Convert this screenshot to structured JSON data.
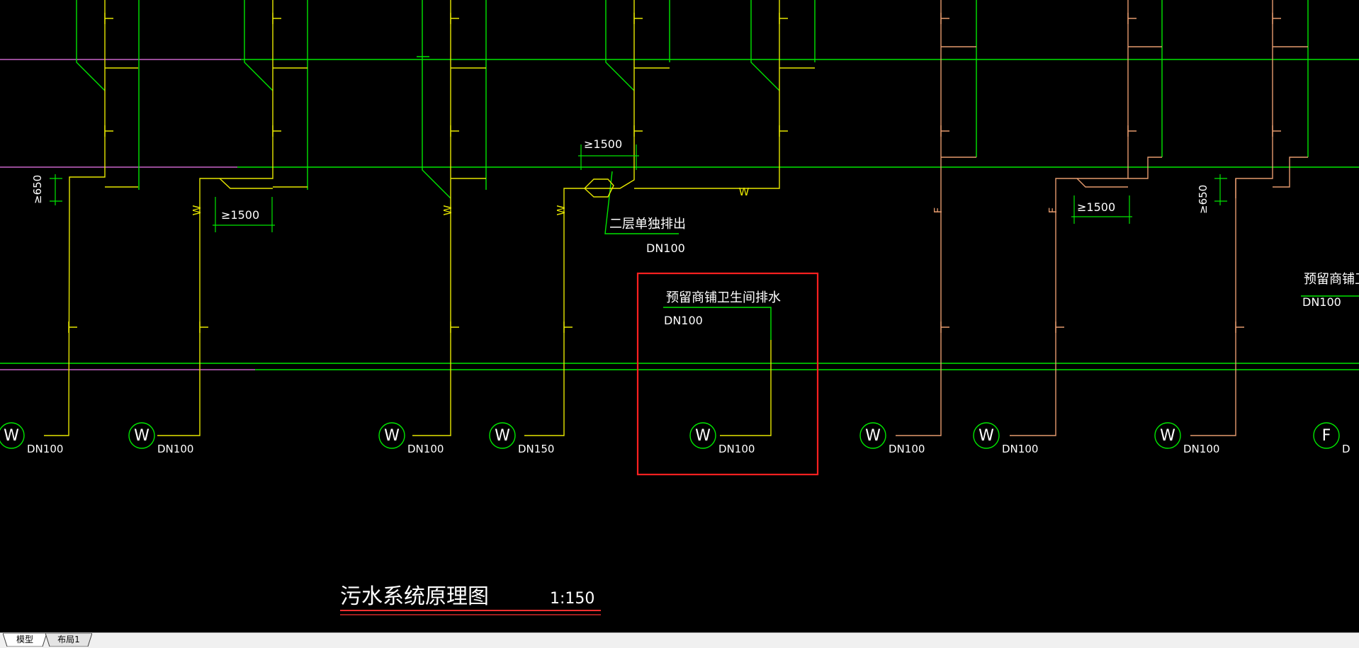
{
  "colors": {
    "background": "#000000",
    "grid_green": "#00e600",
    "pipe_yellow": "#e6e600",
    "pipe_tan": "#e69b6e",
    "magenta": "#c864c8",
    "white_text": "#ffffff",
    "highlight_red": "#ff2020",
    "title_red": "#ff3030"
  },
  "pipe_symbols": {
    "sewage": "W",
    "waste": "F"
  },
  "annotations": {
    "min_1500": "≥1500",
    "min_650": "≥650",
    "second_floor_separate": "二层单独排出",
    "dn100": "DN100",
    "reserved_shop_toilet": "预留商铺卫生间排水",
    "reserved_shop_right": "预留商铺卫",
    "dn100_right": "DN100"
  },
  "outlets": [
    {
      "symbol": "W",
      "size": "DN100"
    },
    {
      "symbol": "W",
      "size": "DN100"
    },
    {
      "symbol": "W",
      "size": "DN100"
    },
    {
      "symbol": "W",
      "size": "DN150"
    },
    {
      "symbol": "W",
      "size": "DN100"
    },
    {
      "symbol": "W",
      "size": "DN100"
    },
    {
      "symbol": "W",
      "size": "DN100"
    },
    {
      "symbol": "W",
      "size": "DN100"
    },
    {
      "symbol": "F",
      "size": "D"
    }
  ],
  "drawing": {
    "title": "污水系统原理图",
    "scale": "1:150"
  },
  "tabs": [
    {
      "label": "模型",
      "active": true
    },
    {
      "label": "布局1",
      "active": false
    }
  ]
}
